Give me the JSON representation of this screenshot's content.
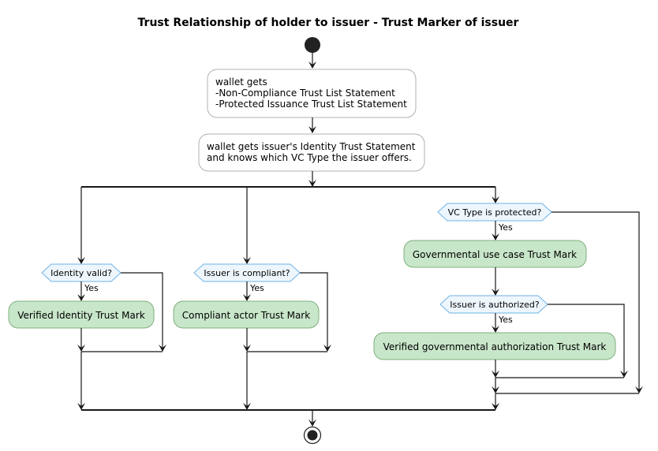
{
  "diagram": {
    "type": "activity",
    "title": "Trust Relationship of holder to issuer - Trust Marker of issuer",
    "colors": {
      "activity_fill": "#ffffff",
      "activity_border": "#b0b0b0",
      "trust_mark_fill": "#c8e6c9",
      "trust_mark_border": "#7fb07f",
      "decision_fill": "#eef6fd",
      "decision_border": "#6fb3e6",
      "line": "#181818"
    },
    "start": "start",
    "steps": [
      {
        "id": "step1",
        "lines": [
          "wallet gets",
          "-Non-Compliance Trust List Statement",
          "-Protected Issuance Trust List Statement"
        ]
      },
      {
        "id": "step2",
        "lines": [
          "wallet gets issuer's Identity Trust Statement",
          "and knows which VC Type the issuer offers."
        ]
      }
    ],
    "fork": {
      "branches": [
        {
          "decision": "Identity valid?",
          "yes_label": "Yes",
          "action": "Verified Identity Trust Mark"
        },
        {
          "decision": "Issuer is compliant?",
          "yes_label": "Yes",
          "action": "Compliant actor Trust Mark"
        },
        {
          "decision": "VC Type is protected?",
          "yes_label": "Yes",
          "action": "Governmental use case Trust Mark",
          "nested": {
            "decision": "Issuer is authorized?",
            "yes_label": "Yes",
            "action": "Verified governmental authorization Trust Mark"
          }
        }
      ]
    },
    "end": "stop"
  }
}
